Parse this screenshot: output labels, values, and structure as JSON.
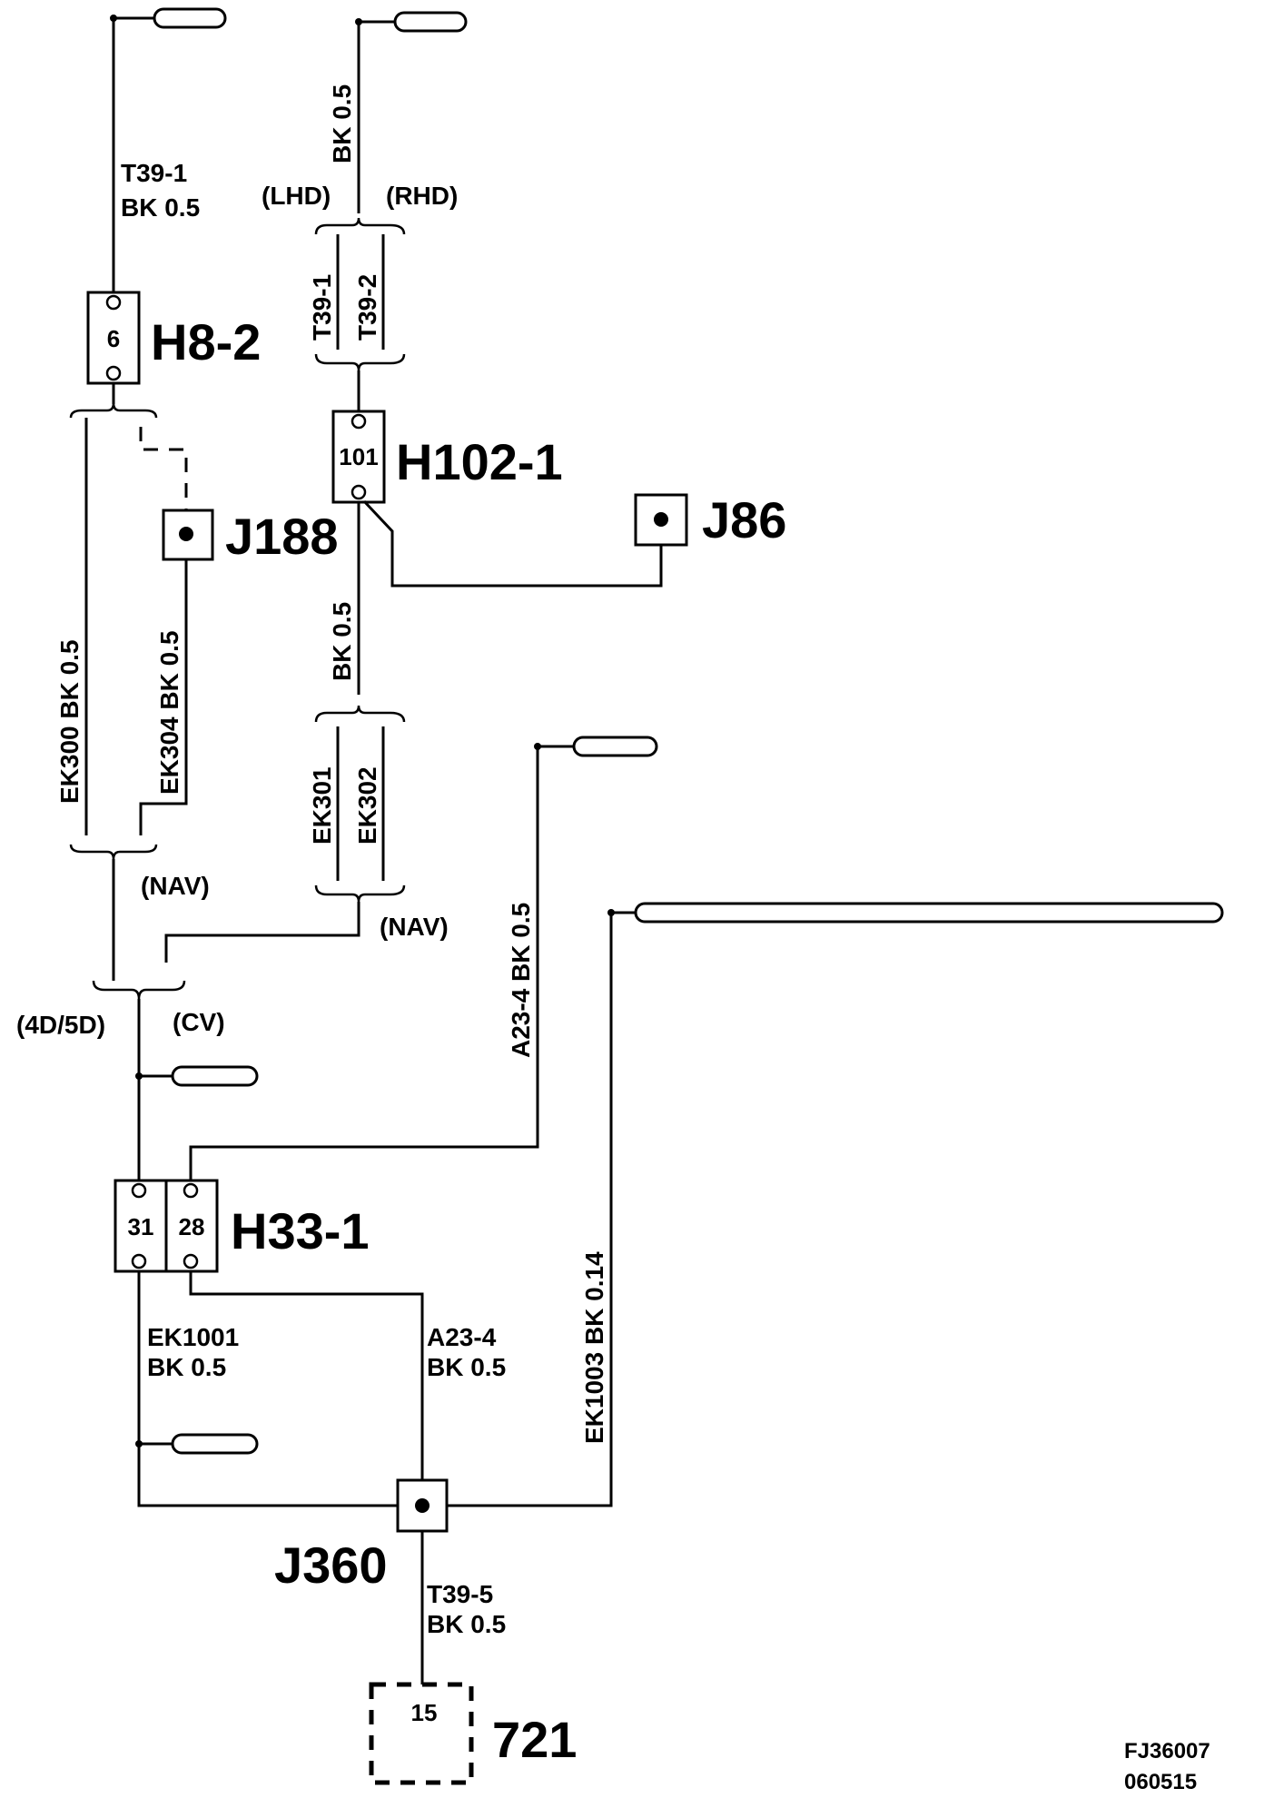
{
  "components": {
    "h8_2": {
      "label": "H8-2",
      "pin": "6"
    },
    "h102_1": {
      "label": "H102-1",
      "pin": "101"
    },
    "h33_1": {
      "label": "H33-1",
      "pins": [
        "31",
        "28"
      ]
    },
    "j188": {
      "label": "J188"
    },
    "j86": {
      "label": "J86"
    },
    "j360": {
      "label": "J360"
    },
    "c721": {
      "label": "721",
      "pin": "15"
    }
  },
  "wires": {
    "t39_1_left": {
      "id": "T39-1",
      "spec": "BK  0.5"
    },
    "top_mid": {
      "spec": "BK 0.5"
    },
    "t39_1_mid": {
      "id": "T39-1"
    },
    "t39_2_mid": {
      "id": "T39-2"
    },
    "ek300": {
      "text": "EK300   BK   0.5"
    },
    "ek304": {
      "text": "EK304  BK   0.5"
    },
    "mid_bk": {
      "text": "BK     0.5"
    },
    "ek301": {
      "id": "EK301"
    },
    "ek302": {
      "id": "EK302"
    },
    "a23_4_vert": {
      "text": "A23-4   BK   0.5"
    },
    "ek1003": {
      "text": "EK1003   BK   0.14"
    },
    "ek1001": {
      "id": "EK1001",
      "spec": "BK 0.5"
    },
    "a23_4_low": {
      "id": "A23-4",
      "spec": "BK     0.5"
    },
    "t39_5": {
      "id": "T39-5",
      "spec": "BK     0.5"
    }
  },
  "variants": {
    "lhd": "(LHD)",
    "rhd": "(RHD)",
    "nav_left": "(NAV)",
    "nav_mid": "(NAV)",
    "body_4d5d": "(4D/5D)",
    "cv": "(CV)"
  },
  "footer": {
    "code_line1": "FJ36007",
    "code_line2": "060515"
  }
}
